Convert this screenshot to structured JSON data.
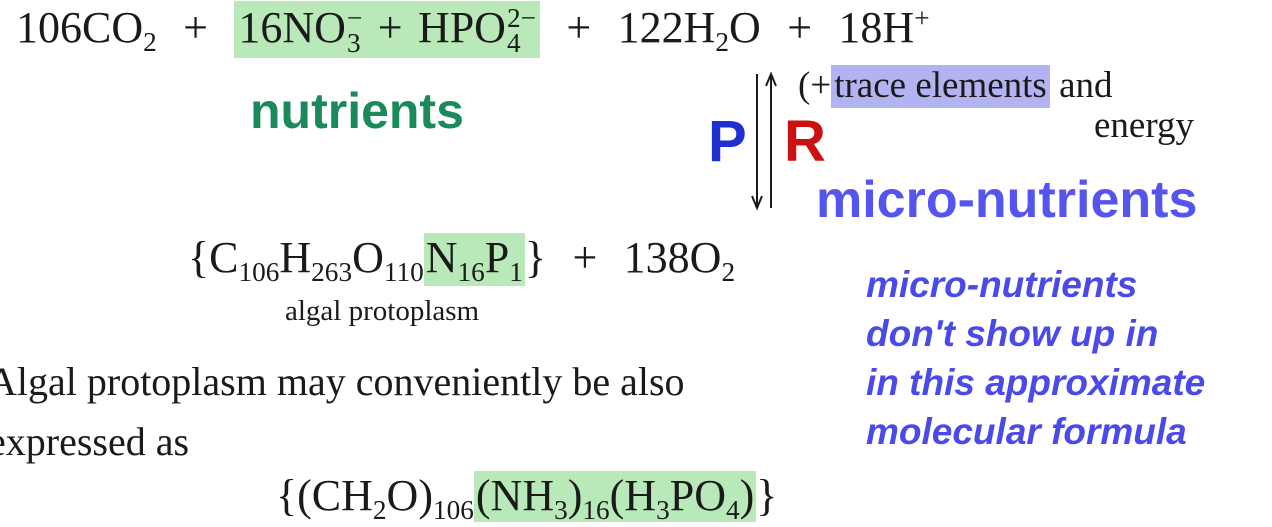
{
  "equation": {
    "co2_coef": "106",
    "co2_C": "CO",
    "co2_sub": "2",
    "plus1": "+",
    "no3_coef": "16",
    "no3_base": "NO",
    "no3_sub": "3",
    "no3_sup": "−",
    "plus2": "+",
    "hpo4_base": "HPO",
    "hpo4_sub": "4",
    "hpo4_sup": "2−",
    "plus3": "+",
    "h2o_coef": "122",
    "h2o_H": "H",
    "h2o_sub": "2",
    "h2o_O": "O",
    "plus4": "+",
    "hplus_coef": "18",
    "hplus_H": "H",
    "hplus_sup": "+"
  },
  "labels": {
    "nutrients": "nutrients",
    "trace_prefix": "(+",
    "trace_elements": "trace elements",
    "and_word": "and",
    "energy_word": "energy",
    "photosynthesis": "P",
    "respiration": "R",
    "micro_nutrients": "micro-nutrients"
  },
  "formula1": {
    "open": "{",
    "C": "C",
    "C_sub": "106",
    "H": "H",
    "H_sub": "263",
    "O": "O",
    "O_sub": "110",
    "N": "N",
    "N_sub": "16",
    "P": "P",
    "P_sub": "1",
    "close": "}",
    "plus": "+",
    "o2_coef": "138",
    "o2_O": "O",
    "o2_sub": "2",
    "caption": "algal protoplasm"
  },
  "note": {
    "line1": "micro-nutrients",
    "line2": "don't show up in",
    "line3": "in this approximate",
    "line4": "molecular formula"
  },
  "paragraph": {
    "line1": "Algal protoplasm may conveniently be also",
    "line2": "expressed as"
  },
  "formula2": {
    "open": "{(CH",
    "ch2o_sub": "2",
    "ch2o_close": "O)",
    "ch2o_mult": "106",
    "nh3_open": "(NH",
    "nh3_sub": "3",
    "nh3_close": ")",
    "nh3_mult": "16",
    "h3po4_open": "(H",
    "h3po4_sub1": "3",
    "h3po4_mid": "PO",
    "h3po4_sub2": "4",
    "h3po4_close": ")",
    "close": "}"
  },
  "colors": {
    "nutrient_highlight": "#b9e8b9",
    "trace_highlight": "#b3b3f2",
    "nutrients_label": "#1a8a5a",
    "photosynthesis": "#1f2fd0",
    "respiration": "#cc1111",
    "micro_label": "#5555ee",
    "note_text": "#4a4ae8"
  },
  "icons": {
    "reaction_arrows": "reversible-arrows-icon"
  }
}
